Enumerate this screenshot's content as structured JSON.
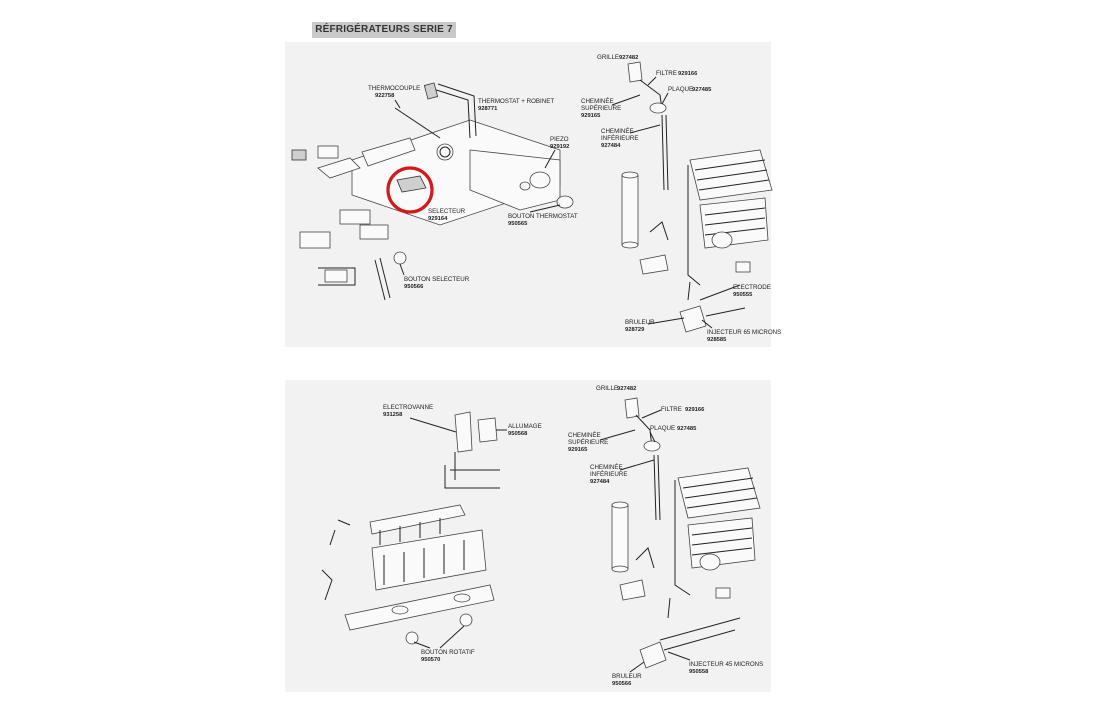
{
  "title": "RÉFRIGÉRATEURS SERIE 7",
  "highlight_color": "#d11a1a",
  "panel1": {
    "thermocouple": {
      "name": "THERMOCOUPLE",
      "code": "922758"
    },
    "thermostat": {
      "name": "THERMOSTAT + ROBINET",
      "code": "928771"
    },
    "piezo": {
      "name": "PIEZO",
      "code": "929192"
    },
    "selecteur": {
      "name": "SELECTEUR",
      "code": "929164"
    },
    "bouton_thermostat": {
      "name": "BOUTON THERMOSTAT",
      "code": "950565"
    },
    "bouton_selecteur": {
      "name": "BOUTON SELECTEUR",
      "code": "950566"
    }
  },
  "panel2": {
    "grille": {
      "name": "GRILLE",
      "code": "927482"
    },
    "filtre": {
      "name": "FILTRE",
      "code": "929166"
    },
    "cheminee_sup": {
      "name1": "CHEMINÉE",
      "name2": "SUPÉRIEURE",
      "code": "929165"
    },
    "plaque": {
      "name": "PLAQUE",
      "code": "927485"
    },
    "cheminee_inf": {
      "name1": "CHEMINÉE",
      "name2": "INFÉRIEURE",
      "code": "927484"
    },
    "electrode": {
      "name": "ELECTRODE",
      "code": "950555"
    },
    "bruleur": {
      "name": "BRULEUR",
      "code": "928729"
    },
    "injecteur": {
      "name": "INJECTEUR 65 MICRONS",
      "code": "928585"
    }
  },
  "panel3": {
    "electrovanne": {
      "name": "ELECTROVANNE",
      "code": "931258"
    },
    "allumage": {
      "name": "ALLUMAGE",
      "code": "950568"
    },
    "bouton_rotatif": {
      "name": "BOUTON ROTATIF",
      "code": "950570"
    }
  },
  "panel4": {
    "grille": {
      "name": "GRILLE",
      "code": "927482"
    },
    "filtre": {
      "name": "FILTRE",
      "code": "929166"
    },
    "cheminee_sup": {
      "name1": "CHEMINÉE",
      "name2": "SUPÉRIEURE",
      "code": "929165"
    },
    "plaque": {
      "name": "PLAQUE",
      "code": "927485"
    },
    "cheminee_inf": {
      "name1": "CHEMINÉE",
      "name2": "INFÉRIEURE",
      "code": "927484"
    },
    "bruleur": {
      "name": "BRULEUR",
      "code": "950566"
    },
    "injecteur": {
      "name": "INJECTEUR 45 MICRONS",
      "code": "950558"
    }
  }
}
